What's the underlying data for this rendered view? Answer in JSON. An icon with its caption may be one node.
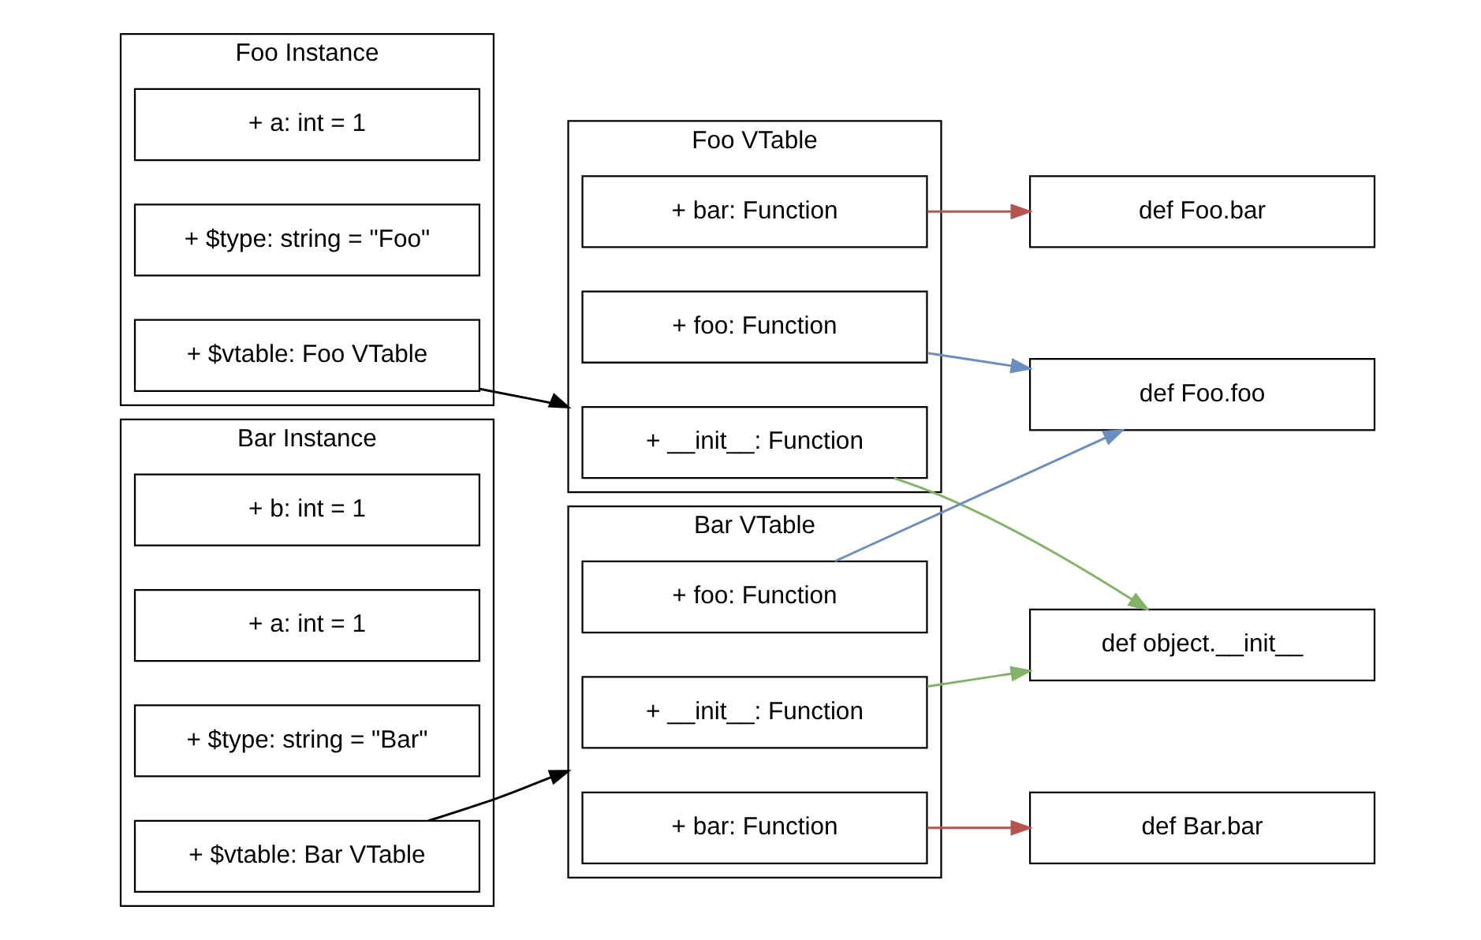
{
  "diagram": {
    "nodes": [
      {
        "text": [
          "def object.__init__"
        ]
      },
      {
        "text": [
          "Foo Instance"
        ]
      },
      {
        "text": [
          "+ $vtable: Foo VTable"
        ],
        "in": 1
      },
      {
        "text": [
          "+ $type: string = \"Foo\""
        ],
        "in": 1
      },
      {
        "text": [
          "+ a: int = 1"
        ],
        "in": 1
      },
      {
        "text": [
          "Foo VTable"
        ]
      },
      {
        "text": [
          "+ __init__: Function"
        ],
        "in": 5
      },
      {
        "text": [
          "+ foo: Function"
        ],
        "in": 5
      },
      {
        "text": [
          "+ bar: Function"
        ],
        "in": 5
      },
      {
        "text": [
          "def Foo.foo"
        ]
      },
      {
        "text": [
          "def Foo.bar"
        ]
      },
      {
        "text": [
          "Bar Instance"
        ]
      },
      {
        "text": [
          "+ $vtable: Bar VTable"
        ],
        "in": 11
      },
      {
        "text": [
          "+ $type: string = \"Bar\""
        ],
        "in": 11
      },
      {
        "text": [
          "+ a: int = 1"
        ],
        "in": 11
      },
      {
        "text": [
          "+ b: int = 1"
        ],
        "in": 11
      },
      {
        "text": [
          "Bar VTable"
        ]
      },
      {
        "text": [
          "+ __init__: Function"
        ],
        "in": 16
      },
      {
        "text": [
          "+ foo: Function"
        ],
        "in": 16
      },
      {
        "text": [
          "+ bar: Function"
        ],
        "in": 16
      },
      {
        "text": [
          "def Bar.bar"
        ]
      }
    ],
    "edges": [
      {
        "from": 2,
        "to": 5,
        "arrow": "to",
        "color": "#000000"
      },
      {
        "from": 12,
        "to": 16,
        "arrow": "to",
        "color": "#000000"
      },
      {
        "from": 6,
        "to": 0,
        "arrow": "to",
        "color": "#82b366"
      },
      {
        "from": 17,
        "to": 0,
        "arrow": "to",
        "color": "#82b366"
      },
      {
        "from": 7,
        "to": 9,
        "arrow": "to",
        "color": "#6c8ebf"
      },
      {
        "from": 18,
        "to": 9,
        "arrow": "to",
        "color": "#6c8ebf"
      },
      {
        "from": 8,
        "to": 10,
        "arrow": "to",
        "color": "#b85450"
      },
      {
        "from": 19,
        "to": 20,
        "arrow": "to",
        "color": "#b85450"
      }
    ]
  }
}
